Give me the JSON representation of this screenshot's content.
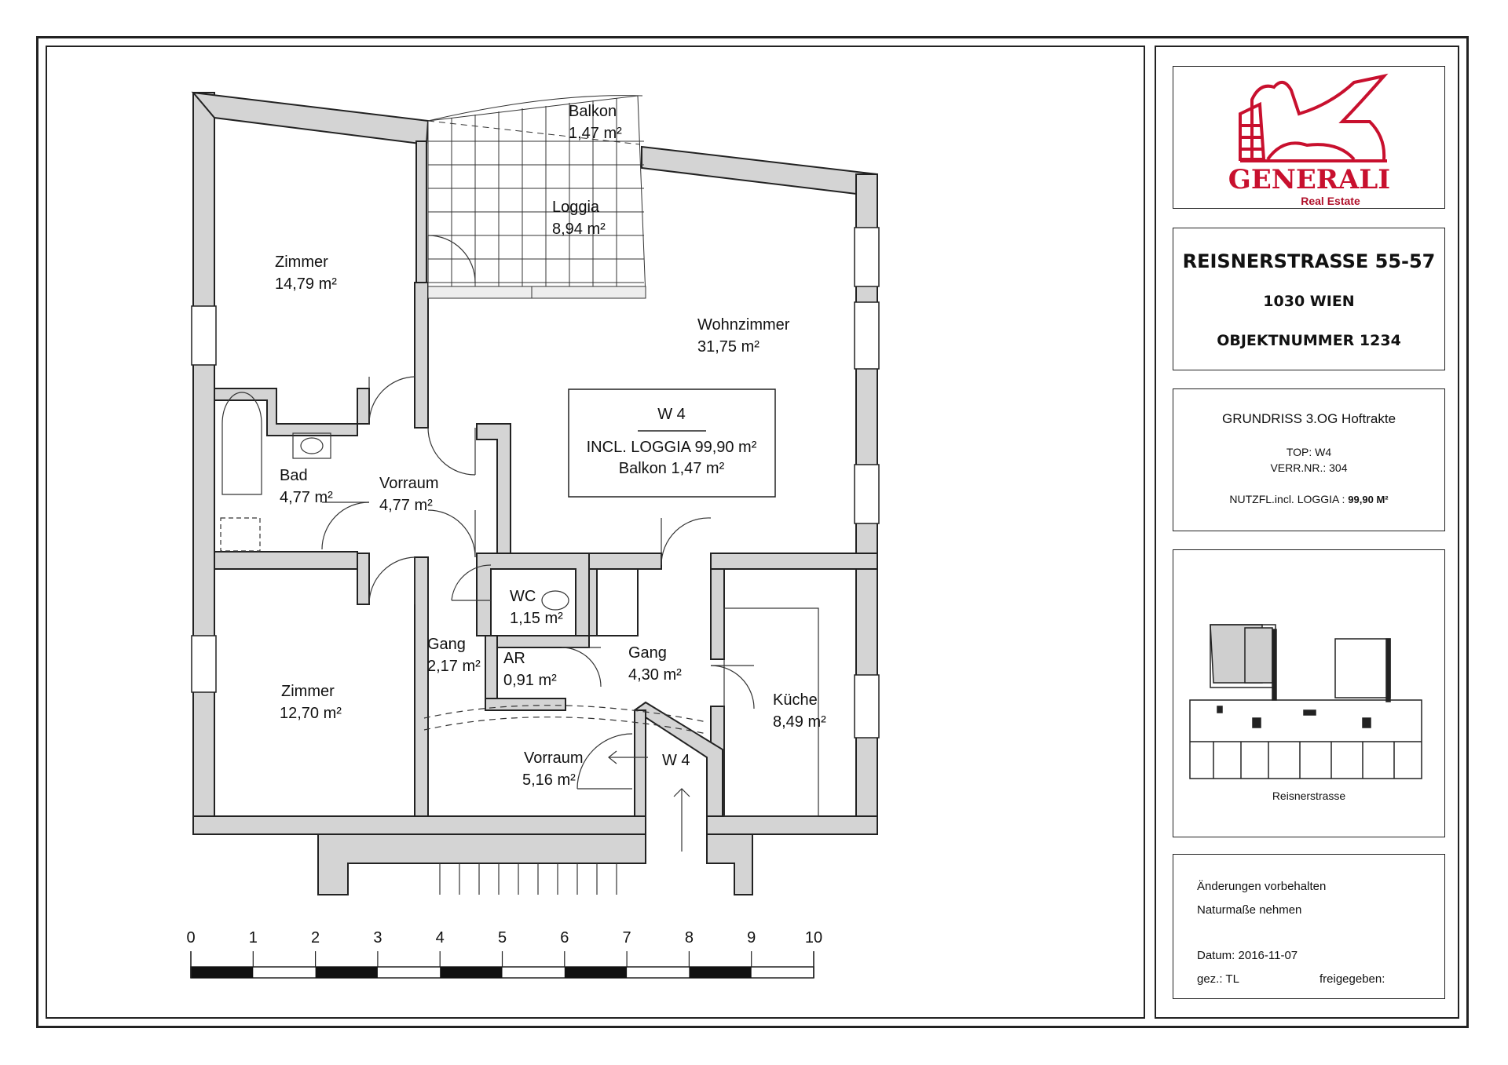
{
  "rooms": {
    "balkon": {
      "name": "Balkon",
      "area": "1,47 m²"
    },
    "loggia": {
      "name": "Loggia",
      "area": "8,94 m²"
    },
    "zimmer1": {
      "name": "Zimmer",
      "area": "14,79 m²"
    },
    "wohnzimmer": {
      "name": "Wohnzimmer",
      "area": "31,75 m²"
    },
    "bad": {
      "name": "Bad",
      "area": "4,77 m²"
    },
    "vorraum1": {
      "name": "Vorraum",
      "area": "4,77 m²"
    },
    "wc": {
      "name": "WC",
      "area": "1,15 m²"
    },
    "gang1": {
      "name": "Gang",
      "area": "2,17 m²"
    },
    "ar": {
      "name": "AR",
      "area": "0,91 m²"
    },
    "gang2": {
      "name": "Gang",
      "area": "4,30 m²"
    },
    "zimmer2": {
      "name": "Zimmer",
      "area": "12,70 m²"
    },
    "kueche": {
      "name": "Küche",
      "area": "8,49 m²"
    },
    "vorraum2": {
      "name": "Vorraum",
      "area": "5,16 m²"
    }
  },
  "entrance_label": "W 4",
  "summary": {
    "unit": "W 4",
    "line1": "INCL. LOGGIA 99,90 m²",
    "line2": "Balkon 1,47 m²"
  },
  "scale": {
    "ticks": [
      "0",
      "1",
      "2",
      "3",
      "4",
      "5",
      "6",
      "7",
      "8",
      "9",
      "10"
    ]
  },
  "logo": {
    "brand": "GENERALI",
    "sub": "Real Estate",
    "color": "#c8102e"
  },
  "address": {
    "street": "REISNERSTRASSE 55-57",
    "city": "1030 WIEN",
    "object": "OBJEKTNUMMER 1234"
  },
  "info": {
    "title": "GRUNDRISS 3.OG Hoftrakte",
    "top": "TOP: W4",
    "verr": "VERR.NR.: 304",
    "nutzfl_label": "NUTZFL.incl. LOGGIA :",
    "nutzfl_value": "99,90 M²"
  },
  "keyplan": {
    "street_label": "Reisnerstrasse"
  },
  "notes": {
    "line1": "Änderungen vorbehalten",
    "line2": "Naturmaße nehmen",
    "datum": "Datum: 2016-11-07",
    "gez": "gez.: TL",
    "freigegeben": "freigegeben:"
  }
}
